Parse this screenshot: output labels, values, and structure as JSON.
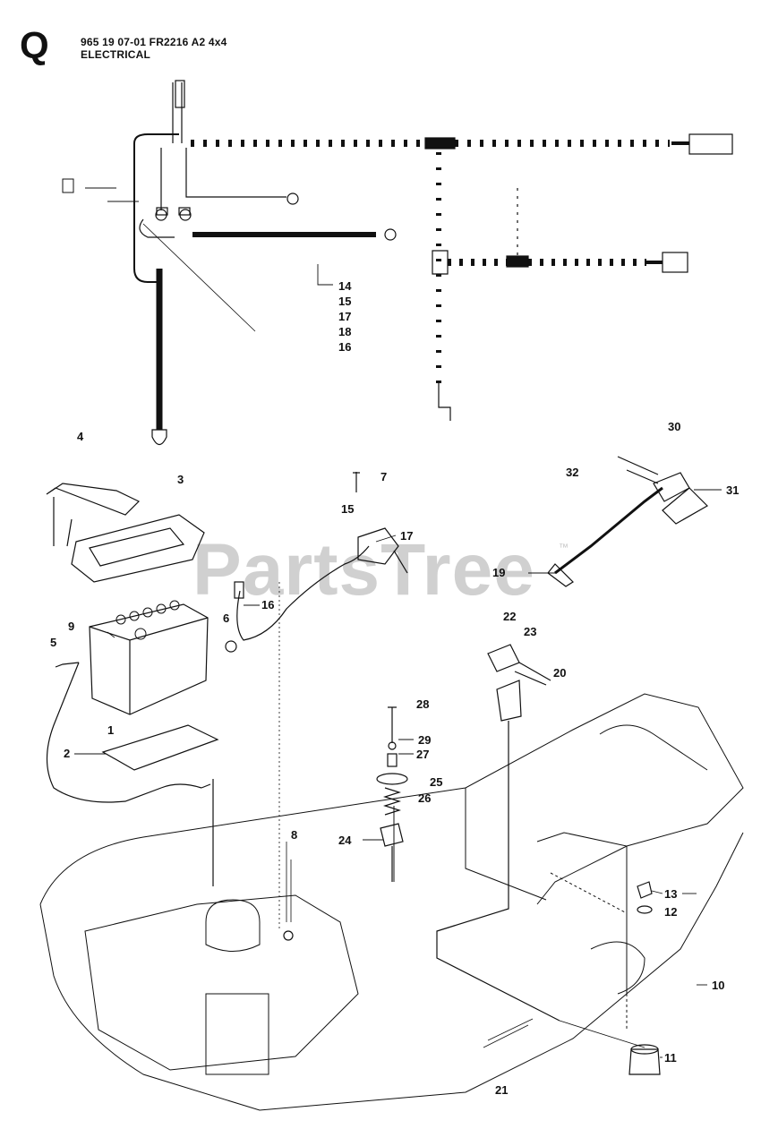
{
  "header": {
    "section_letter": "Q",
    "line1": "965 19 07-01 FR2216 A2 4x4",
    "line2": "ELECTRICAL"
  },
  "watermark": {
    "text": "PartsTree",
    "trademark": "™"
  },
  "callouts": {
    "c14": "14",
    "c15": "15",
    "c17": "17",
    "c18": "18",
    "c16": "16",
    "c4": "4",
    "c30": "30",
    "c3": "3",
    "c7": "7",
    "c15b": "15",
    "c32": "32",
    "c31": "31",
    "c17b": "17",
    "c19": "19",
    "c9": "9",
    "c6": "6",
    "c16b": "16",
    "c5": "5",
    "c22": "22",
    "c23": "23",
    "c20": "20",
    "c1": "1",
    "c2": "2",
    "c28": "28",
    "c29": "29",
    "c27": "27",
    "c25": "25",
    "c26": "26",
    "c8": "8",
    "c24": "24",
    "c13": "13",
    "c12": "12",
    "c10": "10",
    "c11": "11",
    "c21": "21"
  }
}
